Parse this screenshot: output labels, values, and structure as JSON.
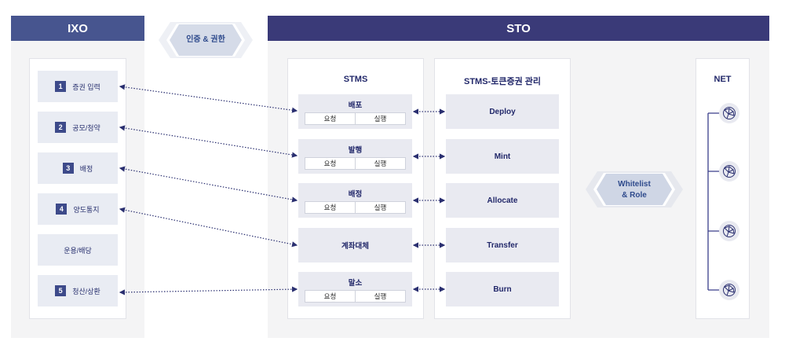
{
  "ixo": {
    "title": "IXO",
    "items": [
      {
        "num": "1",
        "label": "증권 입력"
      },
      {
        "num": "2",
        "label": "공모/청약"
      },
      {
        "num": "3",
        "label": "배정"
      },
      {
        "num": "4",
        "label": "양도통지"
      },
      {
        "num": null,
        "label": "운용/배당"
      },
      {
        "num": "5",
        "label": "청산/상환"
      }
    ]
  },
  "auth_badge": "인증 & 권한",
  "sto": {
    "title": "STO"
  },
  "stms": {
    "title": "STMS",
    "items": [
      {
        "label": "배포",
        "request": "요청",
        "execute": "실행"
      },
      {
        "label": "발행",
        "request": "요청",
        "execute": "실행"
      },
      {
        "label": "배정",
        "request": "요청",
        "execute": "실행"
      },
      {
        "label": "계좌대체"
      },
      {
        "label": "말소",
        "request": "요청",
        "execute": "실행"
      }
    ]
  },
  "token": {
    "title": "STMS-토큰증권 관리",
    "items": [
      "Deploy",
      "Mint",
      "Allocate",
      "Transfer",
      "Burn"
    ]
  },
  "whitelist_badge": {
    "line1": "Whitelist",
    "line2": "& Role"
  },
  "net": {
    "title": "NET",
    "nodes": [
      "globe-icon",
      "globe-icon",
      "globe-icon",
      "globe-icon"
    ]
  },
  "colors": {
    "ixo_header": "#47558f",
    "sto_header": "#3a3a78",
    "accent": "#22286a"
  }
}
